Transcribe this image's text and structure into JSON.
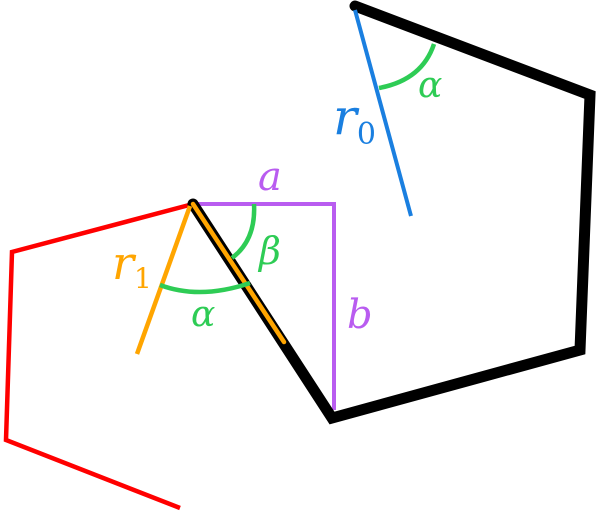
{
  "colors": {
    "background": "#ffffff",
    "black_polygon": "#000000",
    "red_polygon": "#ff0000",
    "purple_triangle": "#b95cf0",
    "blue_ray": "#1a7fe0",
    "orange_ray": "#ffa500",
    "green_arc": "#2ecc55"
  },
  "labels": {
    "r0_main": "r",
    "r0_sub": "0",
    "r1_main": "r",
    "r1_sub": "1",
    "alpha_top": "α",
    "alpha_bottom": "α",
    "beta": "β",
    "a": "a",
    "b": "b"
  }
}
